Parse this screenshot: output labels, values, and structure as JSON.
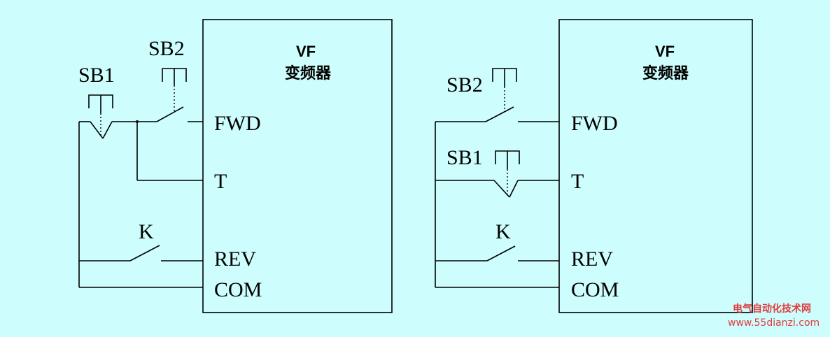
{
  "diagrams": [
    {
      "id": "left",
      "box_title": "VF",
      "box_subtitle": "变频器",
      "terminals": [
        "FWD",
        "T",
        "REV",
        "COM"
      ],
      "switches": {
        "sb1": "SB1",
        "sb2": "SB2",
        "k": "K"
      }
    },
    {
      "id": "right",
      "box_title": "VF",
      "box_subtitle": "变频器",
      "terminals": [
        "FWD",
        "T",
        "REV",
        "COM"
      ],
      "switches": {
        "sb1": "SB1",
        "sb2": "SB2",
        "k": "K"
      }
    }
  ],
  "watermark": {
    "site_name": "电气自动化技术网",
    "url": "www.55dianzi.com"
  },
  "colors": {
    "background": "#cdfdfd",
    "line": "#000000",
    "watermark": "#e23a3a"
  }
}
